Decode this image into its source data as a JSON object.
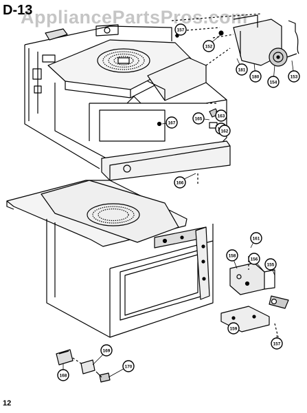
{
  "header": {
    "diagram_code": "D-13"
  },
  "watermark": {
    "text": "AppliancePartsPros.com"
  },
  "footer": {
    "page_number": "12"
  },
  "callouts": [
    "157",
    "152",
    "181",
    "180",
    "154",
    "153",
    "163",
    "164",
    "165",
    "167",
    "162",
    "166",
    "161",
    "158",
    "156",
    "155",
    "159",
    "157",
    "168",
    "169",
    "170"
  ]
}
